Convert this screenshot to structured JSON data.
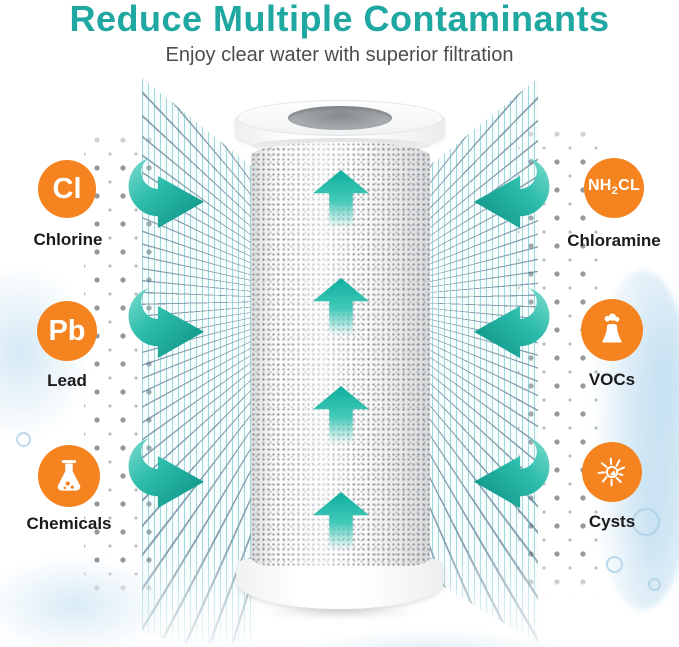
{
  "header": {
    "title": "Reduce Multiple Contaminants",
    "subtitle": "Enjoy clear water with superior filtration"
  },
  "colors": {
    "accent_teal": "#1FA7A1",
    "arrow_teal": "#14A191",
    "badge_orange": "#F5831F",
    "label_dark": "#1B1B1B"
  },
  "contaminants_left": [
    {
      "symbol": "Cl",
      "label": "Chlorine",
      "icon": "text-symbol"
    },
    {
      "symbol": "Pb",
      "label": "Lead",
      "icon": "text-symbol"
    },
    {
      "symbol": "",
      "label": "Chemicals",
      "icon": "flask"
    }
  ],
  "contaminants_right": [
    {
      "symbol_pre": "NH",
      "symbol_sub": "2",
      "symbol_post": "CL",
      "label": "Chloramine",
      "icon": "text-symbol"
    },
    {
      "symbol": "",
      "label": "VOCs",
      "icon": "cooling-tower"
    },
    {
      "symbol": "",
      "label": "Cysts",
      "icon": "cyst-microbe"
    }
  ]
}
